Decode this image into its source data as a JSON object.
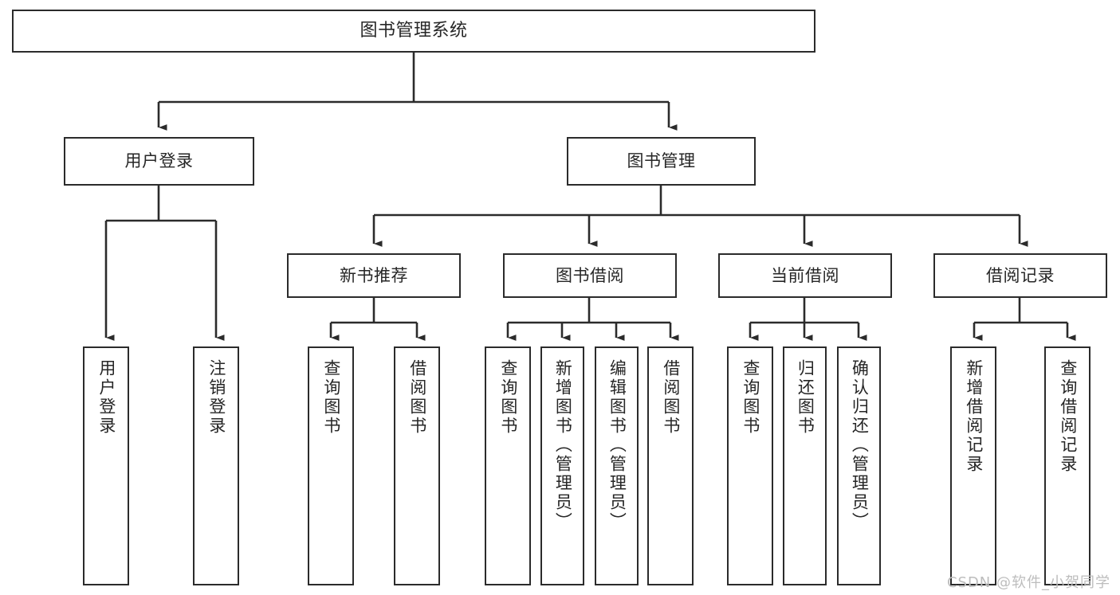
{
  "diagram": {
    "title": "图书管理系统",
    "type": "hierarchy-tree",
    "root": {
      "label": "图书管理系统"
    },
    "level1": [
      {
        "label": "用户登录"
      },
      {
        "label": "图书管理"
      }
    ],
    "level2": [
      {
        "label": "新书推荐"
      },
      {
        "label": "图书借阅"
      },
      {
        "label": "当前借阅"
      },
      {
        "label": "借阅记录"
      }
    ],
    "leaves": [
      {
        "label": "用户登录",
        "parent": "用户登录"
      },
      {
        "label": "注销登录",
        "parent": "用户登录"
      },
      {
        "label": "查询图书",
        "parent": "新书推荐"
      },
      {
        "label": "借阅图书",
        "parent": "新书推荐"
      },
      {
        "label": "查询图书",
        "parent": "图书借阅"
      },
      {
        "label": "新增图书（管理员）",
        "parent": "图书借阅"
      },
      {
        "label": "编辑图书（管理员）",
        "parent": "图书借阅"
      },
      {
        "label": "借阅图书",
        "parent": "图书借阅"
      },
      {
        "label": "查询图书",
        "parent": "当前借阅"
      },
      {
        "label": "归还图书",
        "parent": "当前借阅"
      },
      {
        "label": "确认归还（管理员）",
        "parent": "当前借阅"
      },
      {
        "label": "新增借阅记录",
        "parent": "借阅记录"
      },
      {
        "label": "查询借阅记录",
        "parent": "借阅记录"
      }
    ]
  },
  "watermark": {
    "text": "CSDN @软件_小贺同学"
  },
  "colors": {
    "stroke": "#2b2b2b",
    "background": "#ffffff",
    "text": "#262626",
    "watermark": "#bdbdbd"
  }
}
